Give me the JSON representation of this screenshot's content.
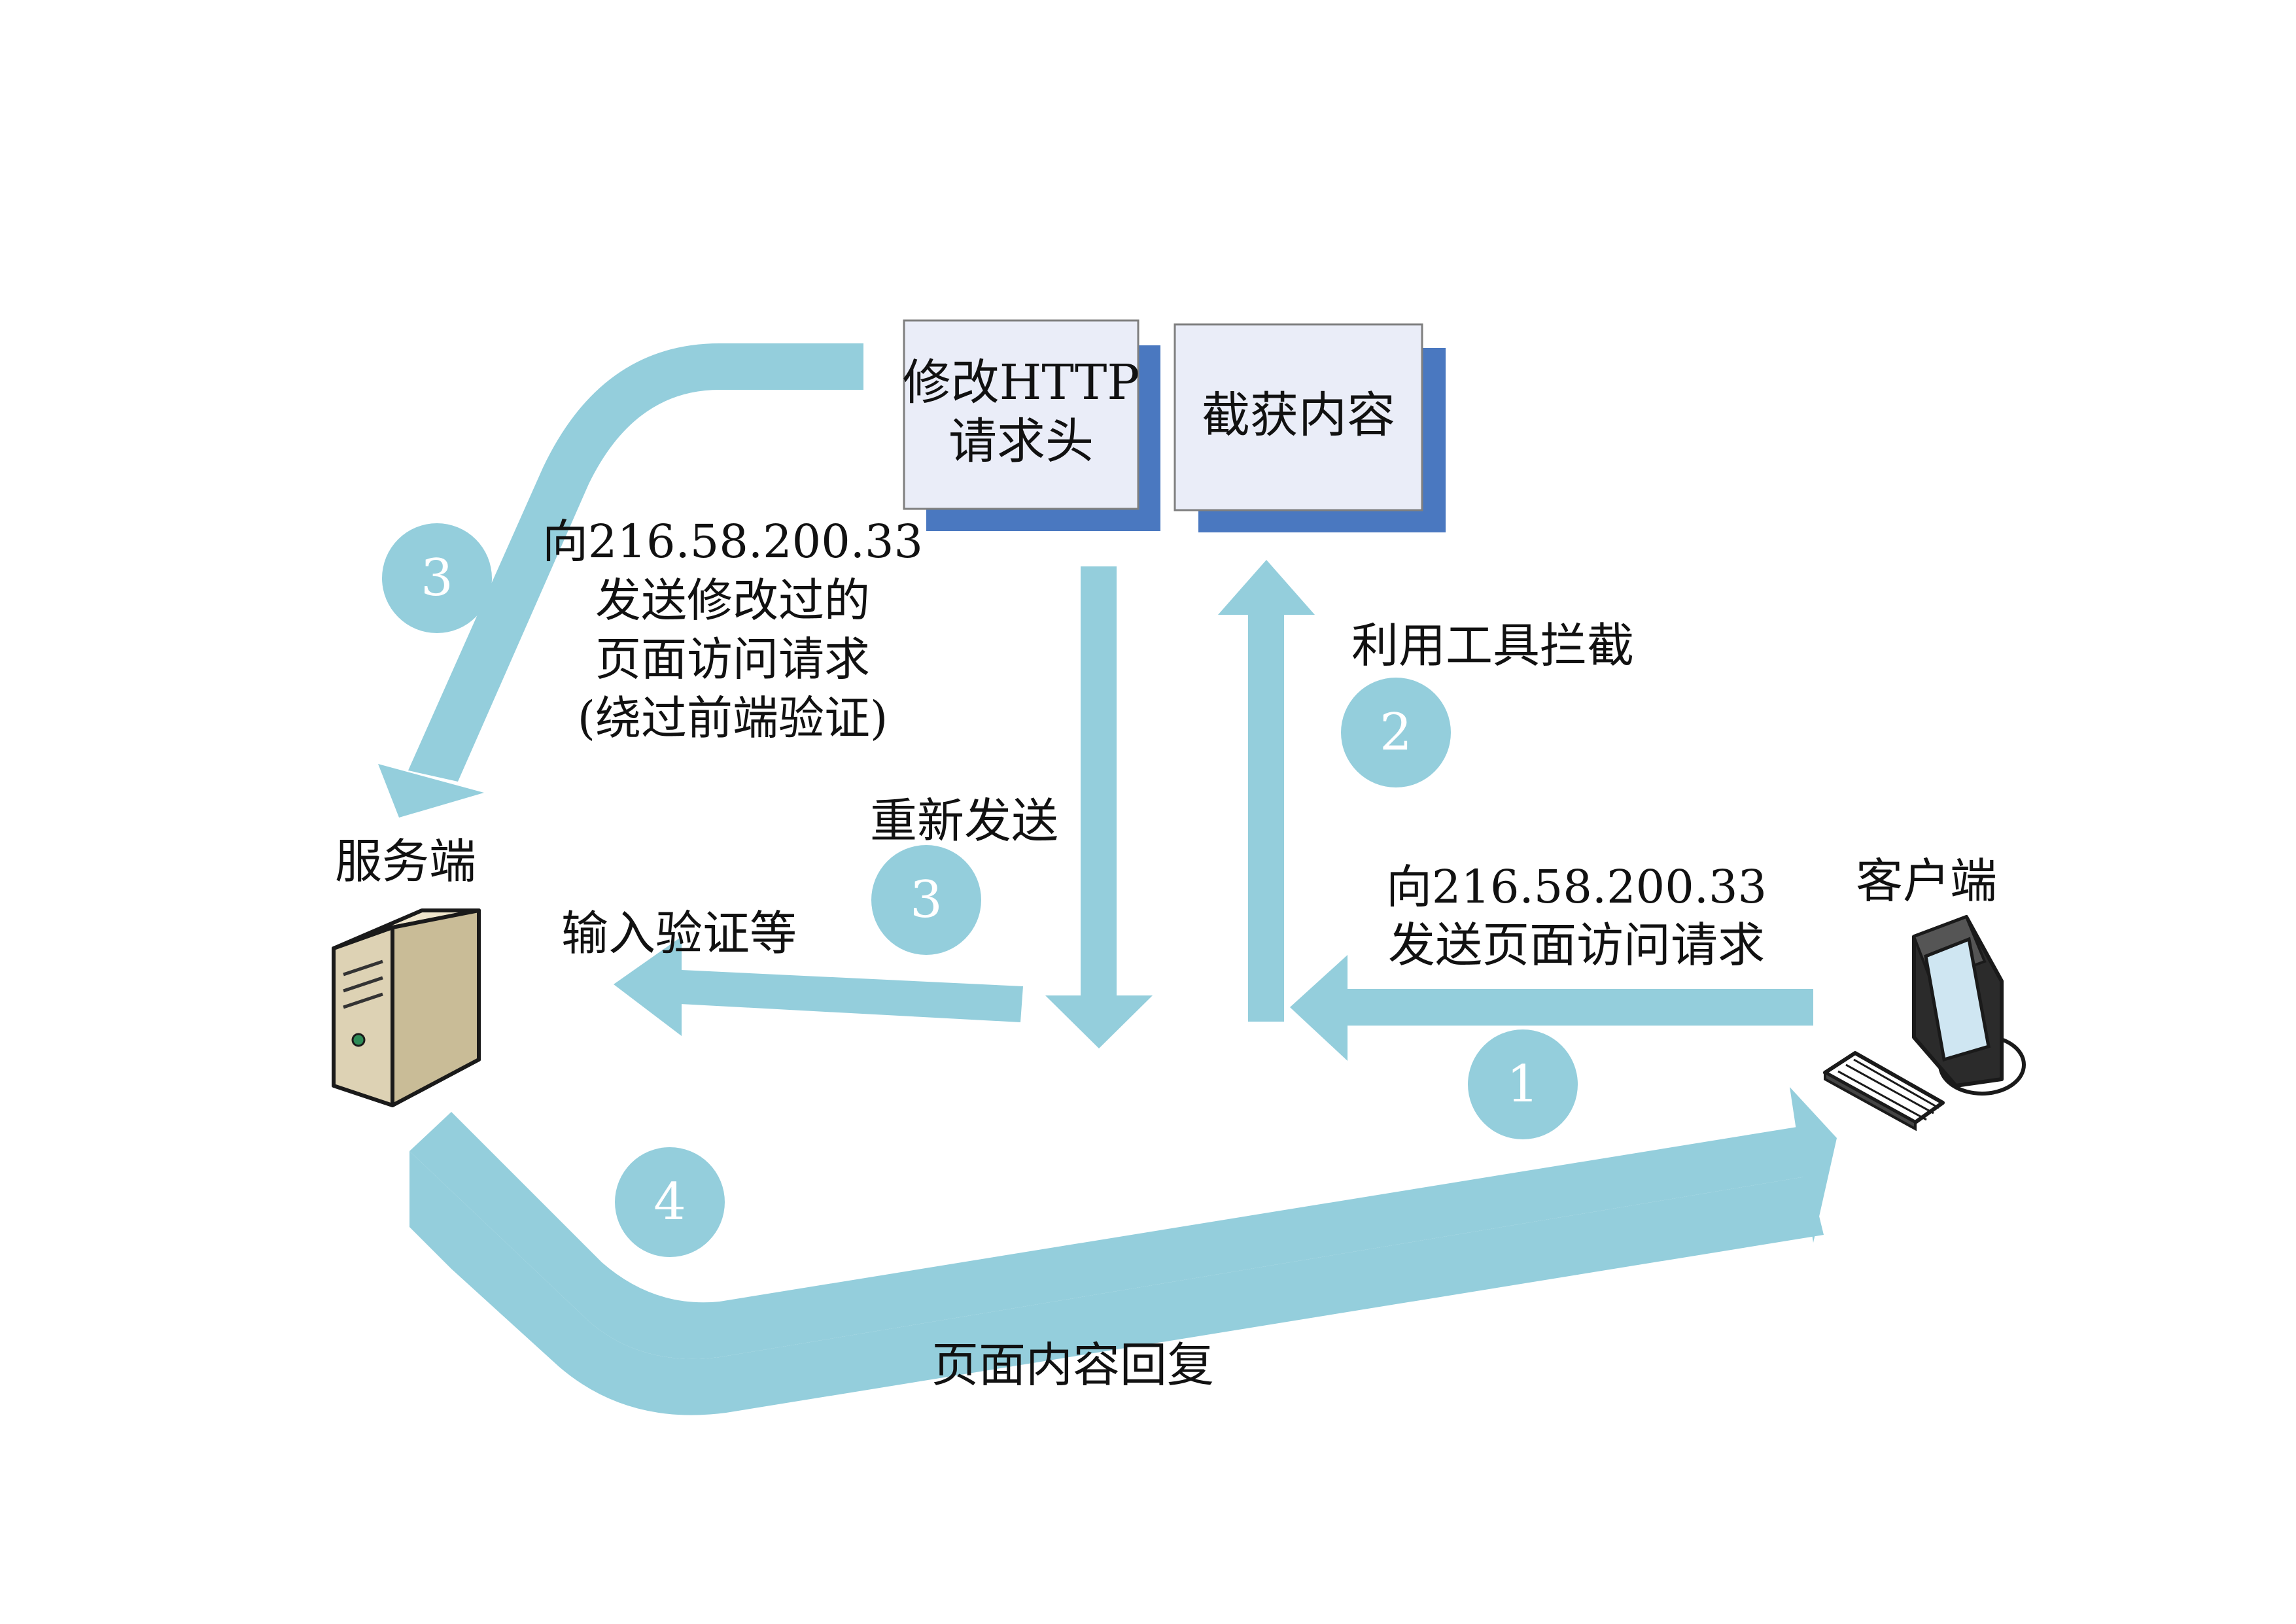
{
  "colors": {
    "arrow": "#94cedc",
    "box_fill": "#eaedf8",
    "box_border": "#7f7f7f",
    "box_shadow": "#4a78c0",
    "background": "#ffffff"
  },
  "nodes": {
    "server": {
      "label": "服务端",
      "icon": "server-icon"
    },
    "client": {
      "label": "客户端",
      "icon": "computer-icon"
    },
    "modify_box": {
      "line1": "修改HTTP",
      "line2": "请求头"
    },
    "intercept_box": {
      "label": "截获内容"
    }
  },
  "steps": {
    "step1": {
      "number": "1",
      "line1": "向216.58.200.33",
      "line2": "发送页面访问请求"
    },
    "step2": {
      "number": "2",
      "label": "利用工具拦截"
    },
    "step3a": {
      "number": "3",
      "line1": "向216.58.200.33",
      "line2": "发送修改过的",
      "line3": "页面访问请求",
      "line4": "(绕过前端验证)"
    },
    "step3b": {
      "number": "3",
      "label": "重新发送",
      "sub_label": "输入验证等"
    },
    "step4": {
      "number": "4",
      "label": "页面内容回复"
    }
  }
}
